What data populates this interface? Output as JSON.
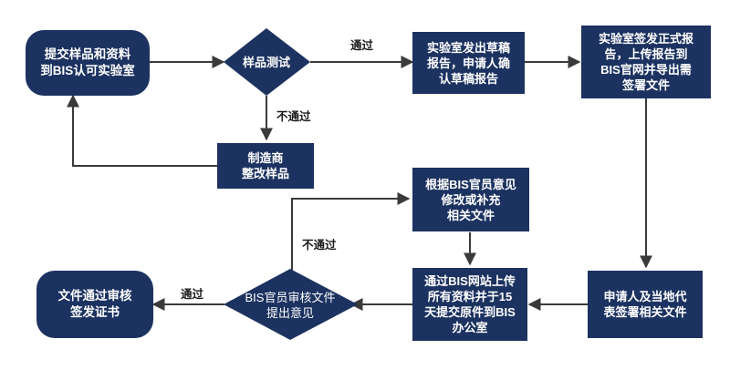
{
  "nodes": {
    "submit": "提交样品和资料\n到BIS认可实验室",
    "test": "样品测试",
    "draft": "实验室发出草稿\n报告，申请人确\n认草稿报告",
    "formal": "实验室签发正式报\n告，上传报告到\nBIS官网并导出需\n签署文件",
    "rectify": "制造商\n整改样品",
    "sign": "申请人及当地代\n表签署相关文件",
    "upload": "通过BIS网站上传\n所有资料并于15\n天提交原件到BIS\n办公室",
    "revise": "根据BIS官员意见\n修改或补充\n相关文件",
    "review": "BIS官员审核文件\n提出意见",
    "cert": "文件通过审核\n签发证书"
  },
  "edge_labels": {
    "test_pass": "通过",
    "test_fail": "不通过",
    "review_fail": "不通过",
    "review_pass": "通过"
  },
  "colors": {
    "node_fill": "#1c3260",
    "node_text": "#ffffff",
    "line": "#3a3a3a"
  }
}
